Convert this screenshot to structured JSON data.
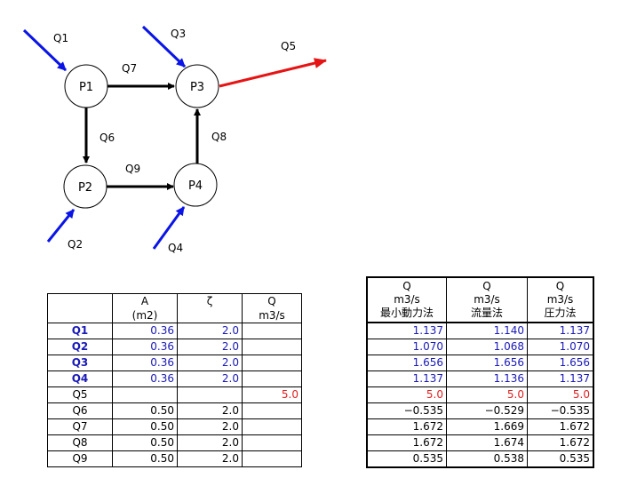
{
  "diagram": {
    "nodes": [
      "P1",
      "P2",
      "P3",
      "P4"
    ],
    "flows": [
      "Q1",
      "Q2",
      "Q3",
      "Q4",
      "Q5",
      "Q6",
      "Q7",
      "Q8",
      "Q9"
    ],
    "colors": {
      "inflow": "#0a14e6",
      "outflow": "#e61414",
      "internal": "#000000"
    }
  },
  "left_table": {
    "headers": [
      {
        "line1": "",
        "line2": ""
      },
      {
        "line1": "A",
        "line2": "(m2)"
      },
      {
        "line1": "ζ",
        "line2": ""
      },
      {
        "line1": "Q",
        "line2": "m3/s"
      }
    ],
    "rows": [
      {
        "name": "Q1",
        "a": "0.36",
        "z": "2.0",
        "q": "",
        "style": "inflow"
      },
      {
        "name": "Q2",
        "a": "0.36",
        "z": "2.0",
        "q": "",
        "style": "inflow"
      },
      {
        "name": "Q3",
        "a": "0.36",
        "z": "2.0",
        "q": "",
        "style": "inflow"
      },
      {
        "name": "Q4",
        "a": "0.36",
        "z": "2.0",
        "q": "",
        "style": "inflow"
      },
      {
        "name": "Q5",
        "a": "",
        "z": "",
        "q": "5.0",
        "style": "outflow"
      },
      {
        "name": "Q6",
        "a": "0.50",
        "z": "2.0",
        "q": "",
        "style": "plain"
      },
      {
        "name": "Q7",
        "a": "0.50",
        "z": "2.0",
        "q": "",
        "style": "plain"
      },
      {
        "name": "Q8",
        "a": "0.50",
        "z": "2.0",
        "q": "",
        "style": "plain"
      },
      {
        "name": "Q9",
        "a": "0.50",
        "z": "2.0",
        "q": "",
        "style": "plain"
      }
    ]
  },
  "right_table": {
    "headers": [
      {
        "line1": "Q",
        "line2": "m3/s",
        "line3": "最小動力法"
      },
      {
        "line1": "Q",
        "line2": "m3/s",
        "line3": "流量法"
      },
      {
        "line1": "Q",
        "line2": "m3/s",
        "line3": "圧力法"
      }
    ],
    "rows": [
      {
        "v": [
          "1.137",
          "1.140",
          "1.137"
        ],
        "style": "inflow"
      },
      {
        "v": [
          "1.070",
          "1.068",
          "1.070"
        ],
        "style": "inflow"
      },
      {
        "v": [
          "1.656",
          "1.656",
          "1.656"
        ],
        "style": "inflow"
      },
      {
        "v": [
          "1.137",
          "1.136",
          "1.137"
        ],
        "style": "inflow"
      },
      {
        "v": [
          "5.0",
          "5.0",
          "5.0"
        ],
        "style": "outflow"
      },
      {
        "v": [
          "−0.535",
          "−0.529",
          "−0.535"
        ],
        "style": "plain"
      },
      {
        "v": [
          "1.672",
          "1.669",
          "1.672"
        ],
        "style": "plain"
      },
      {
        "v": [
          "1.672",
          "1.674",
          "1.672"
        ],
        "style": "plain"
      },
      {
        "v": [
          "0.535",
          "0.538",
          "0.535"
        ],
        "style": "plain"
      }
    ]
  }
}
